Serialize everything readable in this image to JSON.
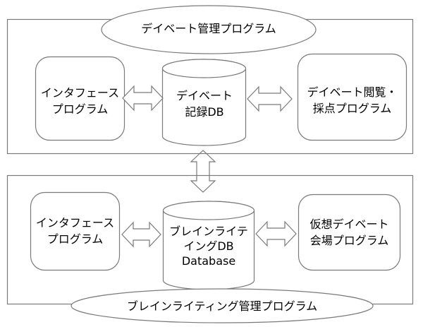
{
  "colors": {
    "stroke": "#7a7a7a",
    "text": "#000000",
    "background": "#ffffff"
  },
  "top_section": {
    "title": "デイベート管理プログラム",
    "interface_box": [
      "インタフェース",
      "プログラム"
    ],
    "db_cylinder": [
      "デイベート",
      "記録DB"
    ],
    "review_box": [
      "デイベート閲覧・",
      "採点プログラム"
    ]
  },
  "bottom_section": {
    "title": "ブレインライティング管理プログラム",
    "interface_box": [
      "インタフェース",
      "プログラム"
    ],
    "db_cylinder": [
      "ブレインライテ",
      "イングDB",
      "Database"
    ],
    "venue_box": [
      "仮想デイベート",
      "会場プログラム"
    ]
  }
}
